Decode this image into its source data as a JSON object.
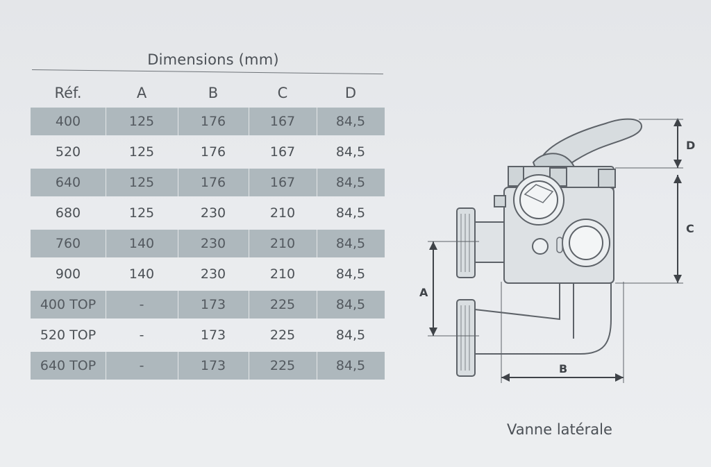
{
  "table": {
    "title": "Dimensions (mm)",
    "headers": [
      "Réf.",
      "A",
      "B",
      "C",
      "D"
    ],
    "rows": [
      [
        "400",
        "125",
        "176",
        "167",
        "84,5"
      ],
      [
        "520",
        "125",
        "176",
        "167",
        "84,5"
      ],
      [
        "640",
        "125",
        "176",
        "167",
        "84,5"
      ],
      [
        "680",
        "125",
        "230",
        "210",
        "84,5"
      ],
      [
        "760",
        "140",
        "230",
        "210",
        "84,5"
      ],
      [
        "900",
        "140",
        "230",
        "210",
        "84,5"
      ],
      [
        "400 TOP",
        "-",
        "173",
        "225",
        "84,5"
      ],
      [
        "520 TOP",
        "-",
        "173",
        "225",
        "84,5"
      ],
      [
        "640 TOP",
        "-",
        "173",
        "225",
        "84,5"
      ]
    ]
  },
  "diagram": {
    "labels": {
      "a": "A",
      "b": "B",
      "c": "C",
      "d": "D"
    },
    "caption": "Vanne latérale"
  },
  "colors": {
    "background": "#e7e9ec",
    "row_shade": "#aeb8bd",
    "line": "#5d6268"
  }
}
